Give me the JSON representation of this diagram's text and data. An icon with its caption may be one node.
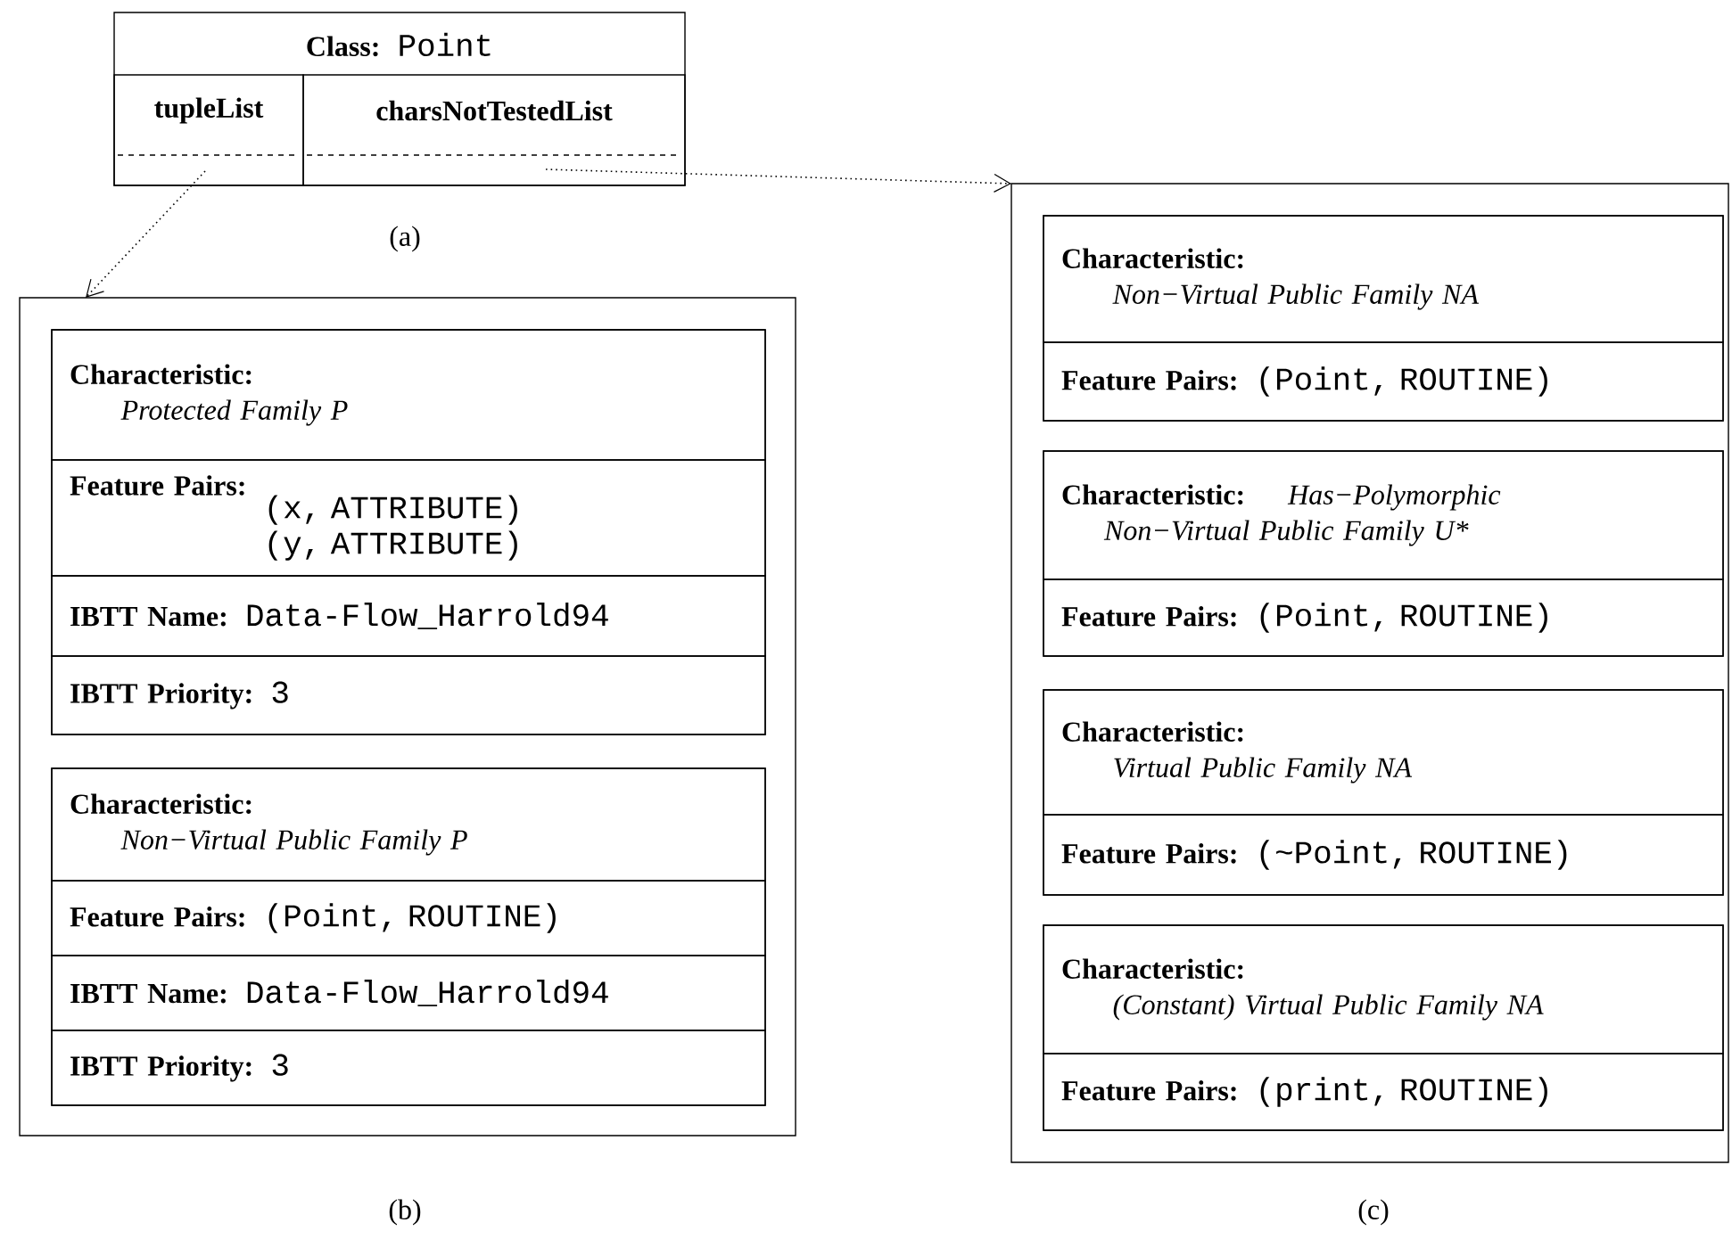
{
  "diagram": {
    "nodes": [
      {
        "text": [
          "Class:",
          "Point"
        ],
        "beside": [
          "(a)"
        ]
      },
      {
        "text": [
          "tupleList"
        ],
        "in": 0
      },
      {
        "text": [
          "charsNotTestedList"
        ],
        "in": 0
      },
      {
        "text": [],
        "shape": "box",
        "beside": [
          "(b)"
        ]
      },
      {
        "text": [],
        "shape": "box",
        "in": 3
      },
      {
        "text": [
          "Characteristic:",
          "Protected Family P"
        ],
        "in": 4
      },
      {
        "text": [
          "Feature Pairs:",
          "(x, ATTRIBUTE) (y, ATTRIBUTE)"
        ],
        "in": 4
      },
      {
        "text": [
          "IBTT Name:",
          "Data-Flow_Harrold94"
        ],
        "in": 4
      },
      {
        "text": [
          "IBTT Priority:",
          "3"
        ],
        "in": 4
      },
      {
        "text": [],
        "shape": "box",
        "in": 3
      },
      {
        "text": [
          "Characteristic:",
          "Non−Virtual Public Family P"
        ],
        "in": 9
      },
      {
        "text": [
          "Feature Pairs:",
          "(Point, ROUTINE)"
        ],
        "in": 9
      },
      {
        "text": [
          "IBTT Name:",
          "Data-Flow_Harrold94"
        ],
        "in": 9
      },
      {
        "text": [
          "IBTT Priority:",
          "3"
        ],
        "in": 9
      },
      {
        "text": [],
        "shape": "box",
        "beside": [
          "(c)"
        ]
      },
      {
        "text": [],
        "shape": "box",
        "in": 14
      },
      {
        "text": [
          "Characteristic:",
          "Non−Virtual Public Family NA"
        ],
        "in": 15
      },
      {
        "text": [
          "Feature Pairs:",
          "(Point, ROUTINE)"
        ],
        "in": 15
      },
      {
        "text": [],
        "shape": "box",
        "in": 14
      },
      {
        "text": [
          "Characteristic:",
          "Has−Polymorphic Non−Virtual Public Family U*"
        ],
        "in": 18
      },
      {
        "text": [
          "Feature Pairs:",
          "(Point, ROUTINE)"
        ],
        "in": 18
      },
      {
        "text": [],
        "shape": "box",
        "in": 14
      },
      {
        "text": [
          "Characteristic:",
          "Virtual Public Family NA"
        ],
        "in": 21
      },
      {
        "text": [
          "Feature Pairs:",
          "(~Point, ROUTINE)"
        ],
        "in": 21
      },
      {
        "text": [],
        "shape": "box",
        "in": 14
      },
      {
        "text": [
          "Characteristic:",
          "(Constant) Virtual Public Family NA"
        ],
        "in": 24
      },
      {
        "text": [
          "Feature Pairs:",
          "(print, ROUTINE)"
        ],
        "in": 24
      }
    ],
    "edges": [
      {
        "from": 1,
        "to": 3,
        "arrow": "to"
      },
      {
        "from": 2,
        "to": 14,
        "arrow": "to"
      }
    ]
  }
}
